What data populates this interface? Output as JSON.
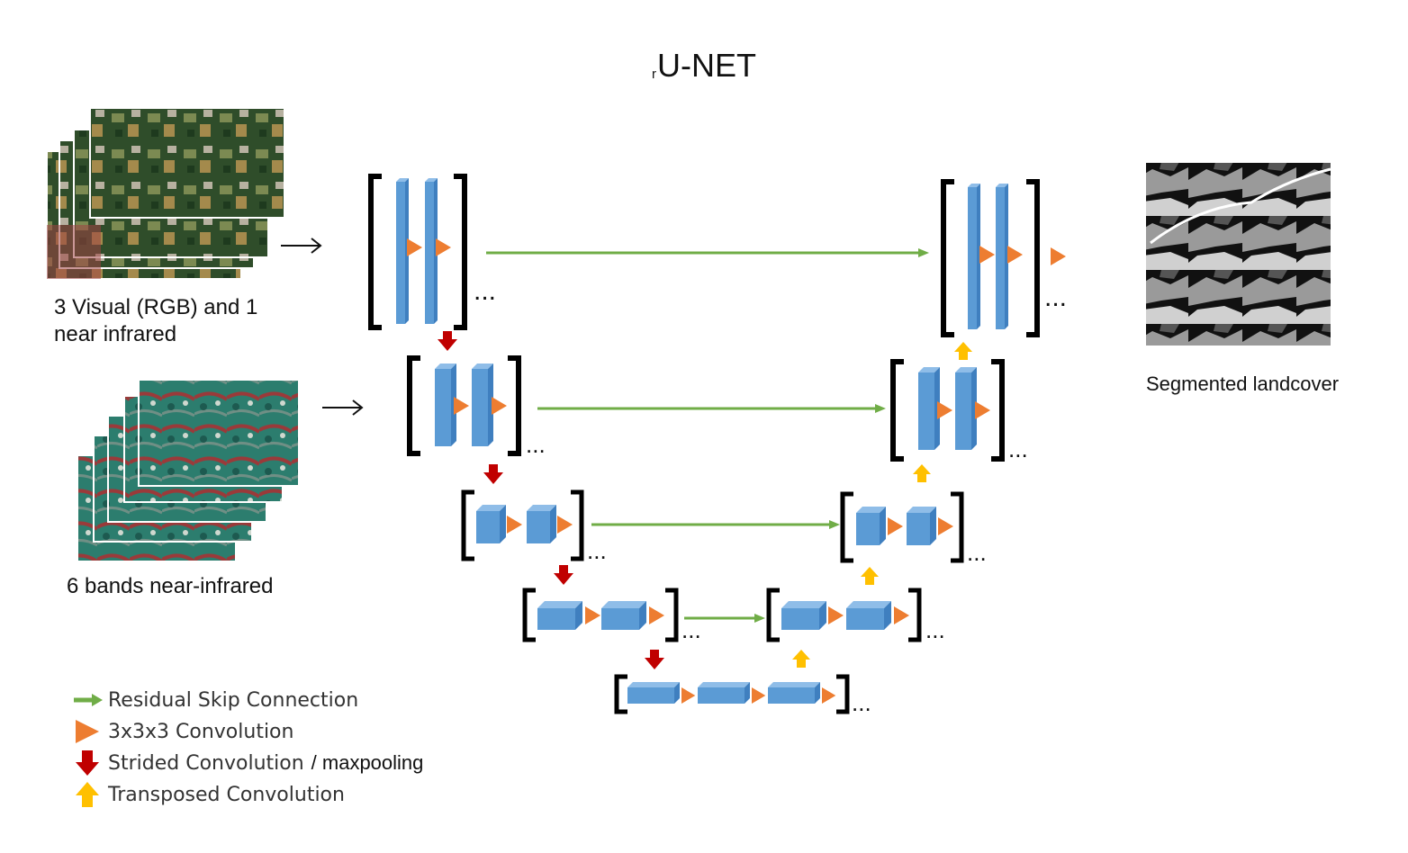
{
  "title": {
    "prefix": "r",
    "main": "U-NET"
  },
  "inputs": {
    "rgb_nir_caption_line1": "3 Visual (RGB) and 1",
    "rgb_nir_caption_line2": "near infrared",
    "nir6_caption": "6 bands near-infrared",
    "arrow_glyph": "→"
  },
  "output": {
    "caption": "Segmented landcover"
  },
  "ellipsis": "...",
  "legend": [
    {
      "symbol": "green-arrow",
      "label": "Residual Skip Connection",
      "extra": ""
    },
    {
      "symbol": "orange-triangle",
      "label": "3x3x3 Convolution",
      "extra": ""
    },
    {
      "symbol": "red-down-arrow",
      "label": "Strided Convolution",
      "extra": "/ maxpooling"
    },
    {
      "symbol": "yellow-up-arrow",
      "label": "Transposed Convolution",
      "extra": ""
    }
  ],
  "colors": {
    "block_face": "#5b9bd5",
    "block_side": "#3f7fbf",
    "block_top": "#8fbde8",
    "conv": "#ed7d31",
    "skip": "#70ad47",
    "down": "#c00000",
    "up": "#ffc000",
    "bracket": "#000000"
  }
}
